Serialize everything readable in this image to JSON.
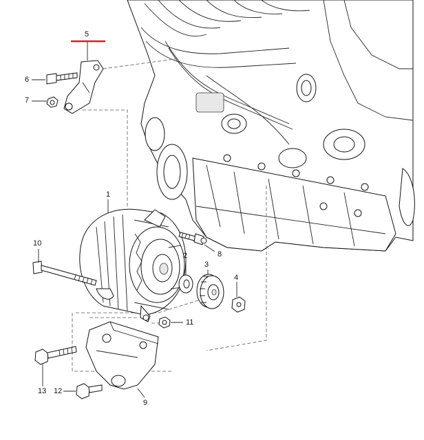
{
  "diagram": {
    "highlight_color": "#d61f26",
    "parts": [
      {
        "id": "1",
        "label": "1"
      },
      {
        "id": "2",
        "label": "2"
      },
      {
        "id": "3",
        "label": "3"
      },
      {
        "id": "4",
        "label": "4"
      },
      {
        "id": "5",
        "label": "5"
      },
      {
        "id": "6",
        "label": "6"
      },
      {
        "id": "7",
        "label": "7"
      },
      {
        "id": "8",
        "label": "8"
      },
      {
        "id": "9",
        "label": "9"
      },
      {
        "id": "10",
        "label": "10"
      },
      {
        "id": "11",
        "label": "11"
      },
      {
        "id": "12",
        "label": "12"
      },
      {
        "id": "13",
        "label": "13"
      }
    ]
  }
}
